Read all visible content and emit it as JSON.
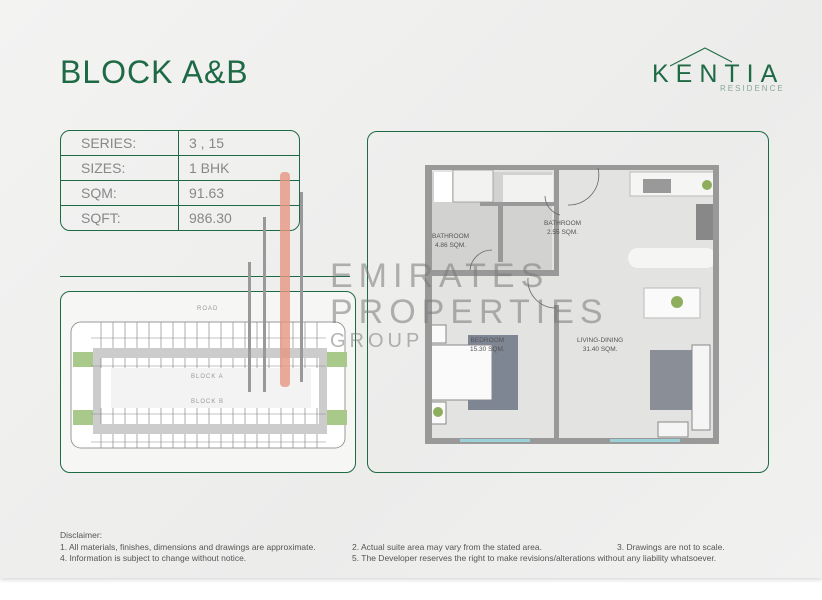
{
  "header": {
    "title": "BLOCK A&B",
    "logo_name": "KENTIA",
    "logo_sub": "RESIDENCE"
  },
  "specs": [
    {
      "label": "SERIES:",
      "value": "3 , 15"
    },
    {
      "label": "SIZES:",
      "value": "1 BHK"
    },
    {
      "label": "SQM:",
      "value": "91.63"
    },
    {
      "label": "SQFT:",
      "value": "986.30"
    }
  ],
  "site_plan": {
    "road": "ROAD",
    "block_a": "BLOCK A",
    "block_b": "BLOCK B"
  },
  "rooms": [
    {
      "name": "BATHROOM",
      "area": "4.86 SQM."
    },
    {
      "name": "BATHROOM",
      "area": "2.55 SQM."
    },
    {
      "name": "BEDROOM",
      "area": "15.30 SQM."
    },
    {
      "name": "LIVING-DINING",
      "area": "31.40 SQM."
    }
  ],
  "watermark": {
    "line1": "EMIRATES",
    "line2": "PROPERTIES",
    "line3": "GROUP"
  },
  "disclaimer": {
    "title": "Disclaimer:",
    "items": [
      "1. All materials, finishes, dimensions and drawings are approximate.",
      "2. Actual suite area may vary from the stated area.",
      "3. Drawings are not to scale.",
      "4. Information is subject to change without notice.",
      "5. The Developer reserves the right to make revisions/alterations without any liability whatsoever."
    ]
  },
  "colors": {
    "brand": "#1e6a45"
  }
}
